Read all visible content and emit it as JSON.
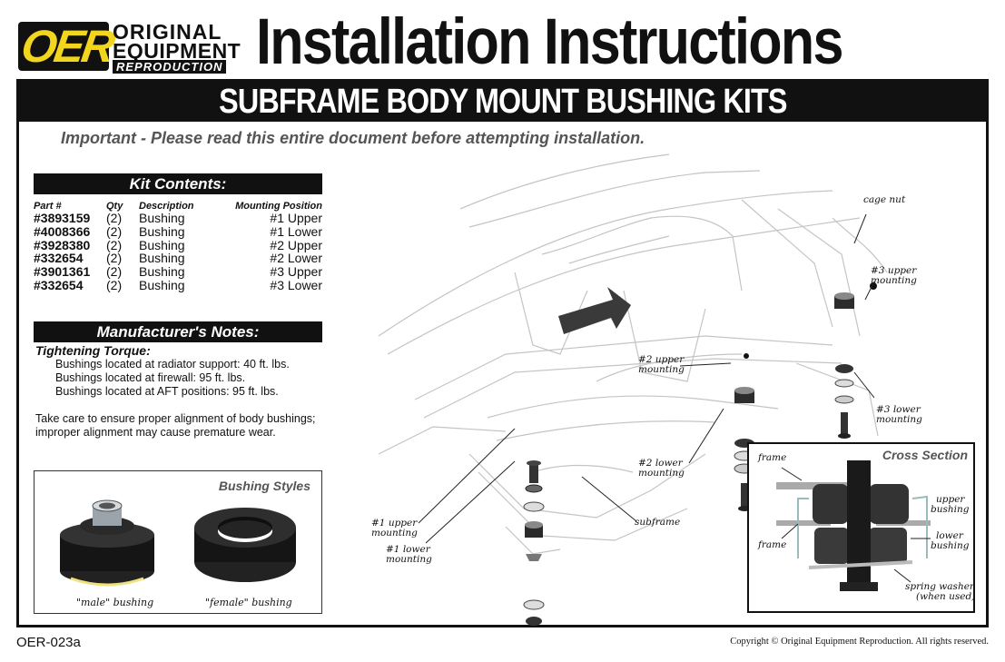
{
  "logo": {
    "badge": "OER",
    "line1": "ORIGINAL",
    "line2": "EQUIPMENT",
    "line3": "REPRODUCTION"
  },
  "title": "Installation Instructions",
  "subtitle": "SUBFRAME BODY MOUNT BUSHING KITS",
  "important": "Important - Please read this entire document before attempting installation.",
  "kit": {
    "heading": "Kit Contents:",
    "columns": [
      "Part #",
      "Qty",
      "Description",
      "Mounting Position"
    ],
    "rows": [
      [
        "#3893159",
        "(2)",
        "Bushing",
        "#1 Upper"
      ],
      [
        "#4008366",
        "(2)",
        "Bushing",
        "#1 Lower"
      ],
      [
        "#3928380",
        "(2)",
        "Bushing",
        "#2 Upper"
      ],
      [
        "#332654",
        "(2)",
        "Bushing",
        "#2 Lower"
      ],
      [
        "#3901361",
        "(2)",
        "Bushing",
        "#3 Upper"
      ],
      [
        "#332654",
        "(2)",
        "Bushing",
        "#3 Lower"
      ]
    ]
  },
  "notes": {
    "heading": "Manufacturer's Notes:",
    "torque_title": "Tightening Torque:",
    "torque_items": [
      "Bushings located at radiator support: 40 ft. lbs.",
      "Bushings located at firewall: 95 ft. lbs.",
      "Bushings located at AFT positions: 95 ft. lbs."
    ],
    "paragraph": "Take care to ensure proper alignment of body bushings; improper alignment may cause premature wear."
  },
  "bushing_styles": {
    "title": "Bushing Styles",
    "male_label": "\"male\" bushing",
    "female_label": "\"female\" bushing"
  },
  "diagram": {
    "labels": {
      "cage_nut": "cage nut",
      "upper3_a": "#3 upper",
      "upper3_b": "mounting",
      "upper2_a": "#2 upper",
      "upper2_b": "mounting",
      "lower3_a": "#3 lower",
      "lower3_b": "mounting",
      "lower2_a": "#2 lower",
      "lower2_b": "mounting",
      "upper1_a": "#1 upper",
      "upper1_b": "mounting",
      "lower1_a": "#1 lower",
      "lower1_b": "mounting",
      "subframe": "subframe"
    }
  },
  "cross_section": {
    "title": "Cross Section",
    "frame_top": "frame",
    "frame_bottom": "frame",
    "upper_a": "upper",
    "upper_b": "bushing",
    "lower_a": "lower",
    "lower_b": "bushing",
    "washer_a": "spring washer",
    "washer_b": "(when used)"
  },
  "footer": {
    "code": "OER-023a",
    "copyright": "Copyright © Original Equipment Reproduction. All rights reserved."
  }
}
